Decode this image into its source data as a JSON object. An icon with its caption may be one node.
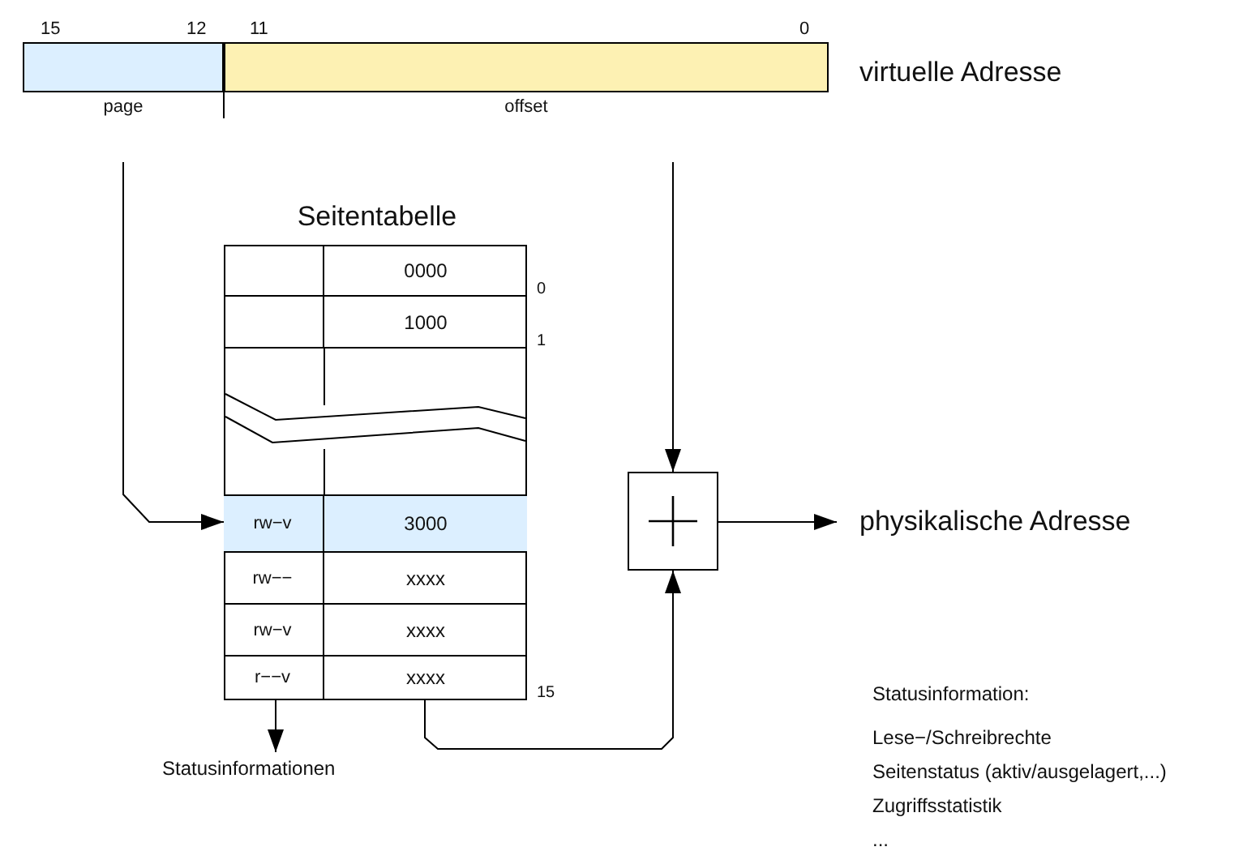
{
  "diagram": {
    "nodes": [
      {
        "text": [
          "page"
        ],
        "beside": [
          "15",
          "12"
        ]
      },
      {
        "text": [
          "offset"
        ],
        "beside": [
          "11",
          "0"
        ]
      },
      {
        "text": [
          "Seitentabelle"
        ]
      },
      {
        "text": [
          "0000"
        ],
        "beside": [
          "0"
        ],
        "in": 2
      },
      {
        "text": [
          "1000"
        ],
        "beside": [
          "1"
        ],
        "in": 2
      },
      {
        "text": [
          "rw−v",
          "3000"
        ],
        "in": 2
      },
      {
        "text": [
          "rw−−",
          "xxxx"
        ],
        "in": 2
      },
      {
        "text": [
          "rw−v",
          "xxxx"
        ],
        "in": 2
      },
      {
        "text": [
          "r−−v",
          "xxxx"
        ],
        "beside": [
          "15"
        ],
        "in": 2
      },
      {
        "text": [],
        "shape": "box"
      },
      {
        "text": [
          "physikalische Adresse"
        ]
      },
      {
        "text": [
          "Statusinformationen"
        ]
      }
    ],
    "edges": [
      {
        "from": 0,
        "to": 5,
        "arrow": "to"
      },
      {
        "from": 1,
        "to": 9,
        "arrow": "to"
      },
      {
        "from": 8,
        "to": 9,
        "arrow": "to"
      },
      {
        "from": 9,
        "to": 10,
        "arrow": "to"
      },
      {
        "from": 2,
        "to": 11,
        "arrow": "to"
      }
    ],
    "labels": [
      "virtuelle Adresse",
      "Statusinformation:",
      "Lese−/Schreibrechte",
      "Seitenstatus (aktiv/ausgelagert,...)",
      "Zugriffsstatistik",
      "..."
    ]
  }
}
